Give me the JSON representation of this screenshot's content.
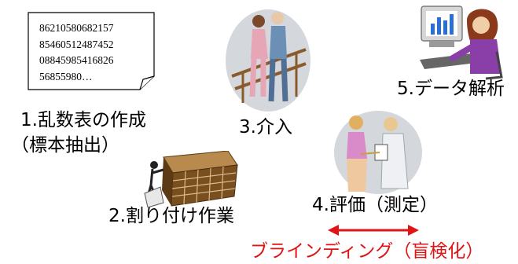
{
  "random_table": {
    "lines": [
      "86210580682157",
      "85460512487452",
      "08845985416826",
      "56855980…"
    ]
  },
  "steps": {
    "s1_line1": "1.乱数表の作成",
    "s1_line2": "（標本抽出）",
    "s2": "2.割り付け作業",
    "s3": "3.介入",
    "s4": "4.評価（測定）",
    "s5": "5.データ解析"
  },
  "blinding": {
    "label": "ブラインディング（盲検化）",
    "color": "#e01414"
  }
}
